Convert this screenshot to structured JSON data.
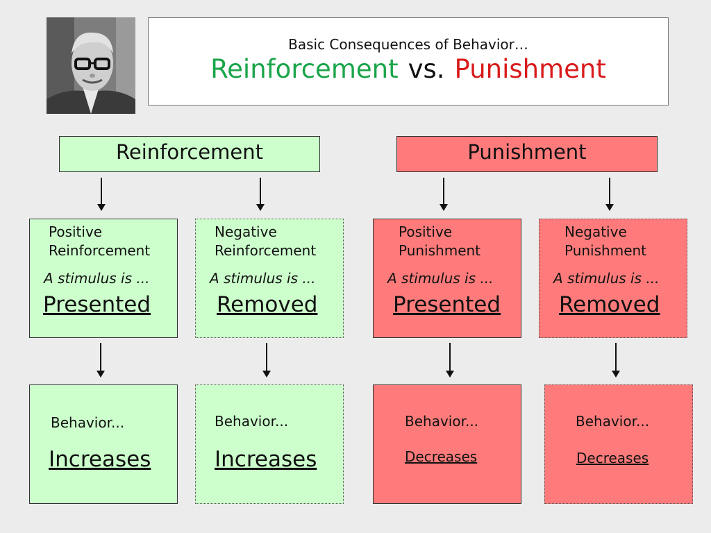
{
  "title": {
    "subtitle": "Basic Consequences of Behavior…",
    "left": "Reinforcement",
    "middle": "vs.",
    "right": "Punishment"
  },
  "colors": {
    "reinforcement_green": "#1aa54a",
    "punishment_red": "#d81b1b",
    "green_fill": "#ccffcc",
    "red_fill": "#ff7b7b"
  },
  "photo": {
    "icon": "portrait-photo-icon"
  },
  "headers": {
    "reinforcement": "Reinforcement",
    "punishment": "Punishment"
  },
  "types": [
    {
      "line1": "Positive",
      "line2": "Reinforcement",
      "stimulus": "A stimulus is ...",
      "action": "Presented"
    },
    {
      "line1": "Negative",
      "line2": "Reinforcement",
      "stimulus": "A stimulus is ...",
      "action": "Removed"
    },
    {
      "line1": "Positive",
      "line2": "Punishment",
      "stimulus": "A stimulus is ...",
      "action": "Presented"
    },
    {
      "line1": "Negative",
      "line2": "Punishment",
      "stimulus": "A stimulus is ...",
      "action": "Removed"
    }
  ],
  "results": [
    {
      "behavior": "Behavior...",
      "outcome": "Increases"
    },
    {
      "behavior": "Behavior...",
      "outcome": "Increases"
    },
    {
      "behavior": "Behavior...",
      "outcome": "Decreases"
    },
    {
      "behavior": "Behavior...",
      "outcome": "Decreases"
    }
  ]
}
